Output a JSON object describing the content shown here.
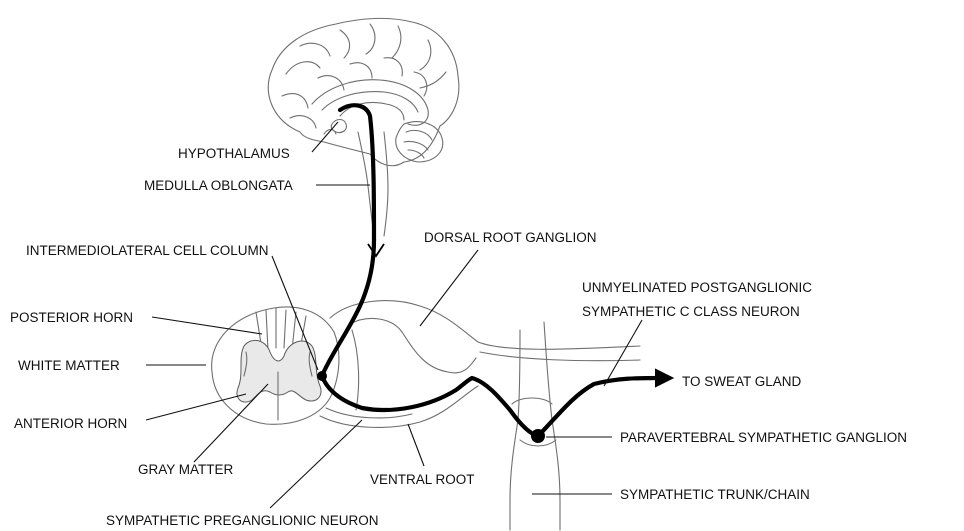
{
  "labels": {
    "hypothalamus": "HYPOTHALAMUS",
    "medulla": "MEDULLA OBLONGATA",
    "intermediolateral": "INTERMEDIOLATERAL CELL COLUMN",
    "dorsal_root_ganglion": "DORSAL ROOT GANGLION",
    "unmyelinated_line1": "UNMYELINATED POSTGANGLIONIC",
    "unmyelinated_line2": "SYMPATHETIC C CLASS NEURON",
    "posterior_horn": "POSTERIOR HORN",
    "white_matter": "WHITE MATTER",
    "anterior_horn": "ANTERIOR HORN",
    "gray_matter": "GRAY MATTER",
    "ventral_root": "VENTRAL ROOT",
    "to_sweat_gland": "TO SWEAT GLAND",
    "paravertebral_ganglion": "PARAVERTEBRAL SYMPATHETIC GANGLION",
    "sympathetic_trunk": "SYMPATHETIC TRUNK/CHAIN",
    "preganglionic_neuron": "SYMPATHETIC PREGANGLIONIC NEURON"
  }
}
